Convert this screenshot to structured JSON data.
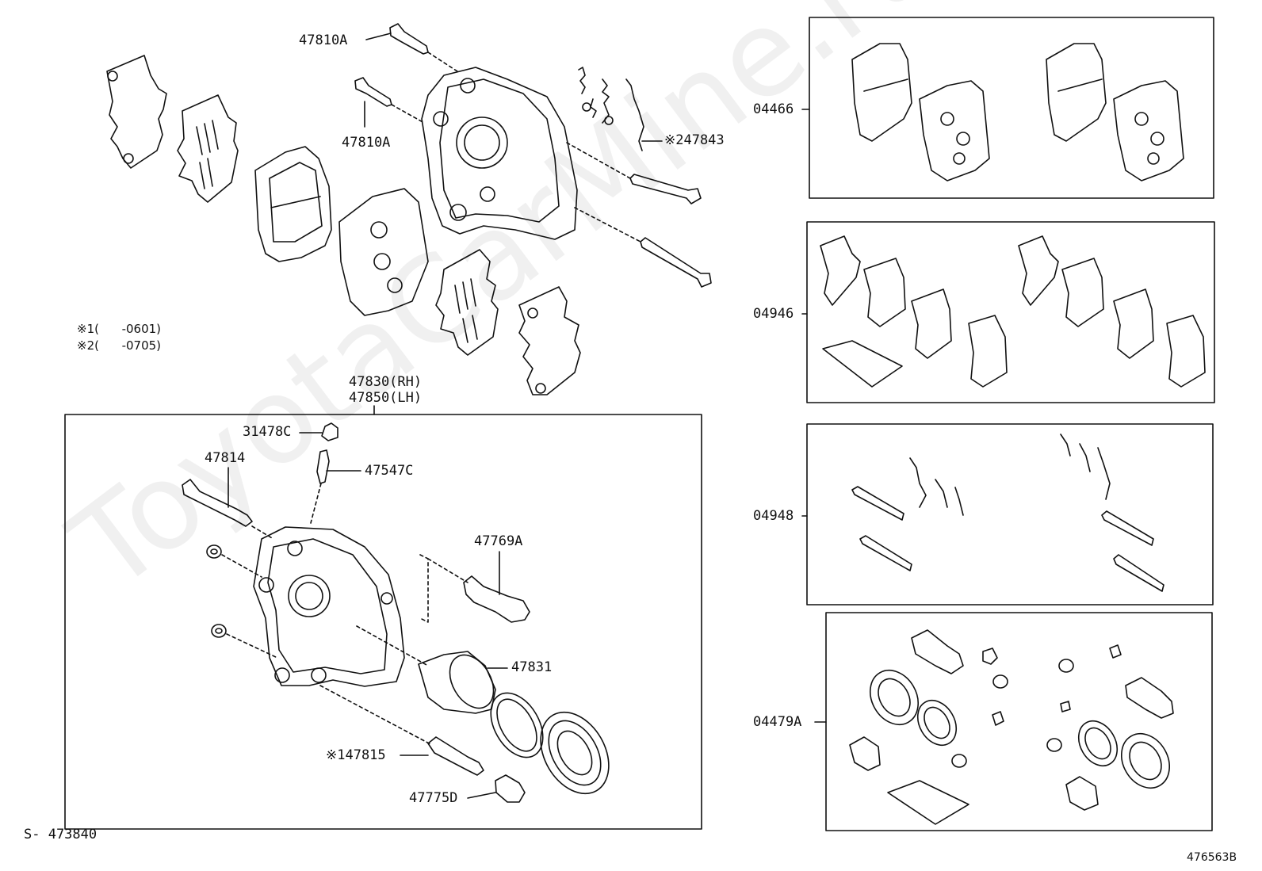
{
  "watermark": "ToyotaCarMine.ru",
  "footer": {
    "left_code": "S- 473840",
    "right_code": "476563B"
  },
  "notes": [
    {
      "mark": "※1",
      "range": "(      -0601)"
    },
    {
      "mark": "※2",
      "range": "(      -0705)"
    }
  ],
  "callouts": {
    "c47810a_top": "47810A",
    "c47810a_mid": "47810A",
    "c47843": "※247843",
    "c47830": "47830(RH)",
    "c47850": "47850(LH)",
    "c31478c": "31478C",
    "c47814": "47814",
    "c47547c": "47547C",
    "c47769a": "47769A",
    "c47831": "47831",
    "c47815": "※147815",
    "c47775d": "47775D"
  },
  "kits": [
    {
      "code": "04466"
    },
    {
      "code": "04946"
    },
    {
      "code": "04948"
    },
    {
      "code": "04479A"
    }
  ]
}
